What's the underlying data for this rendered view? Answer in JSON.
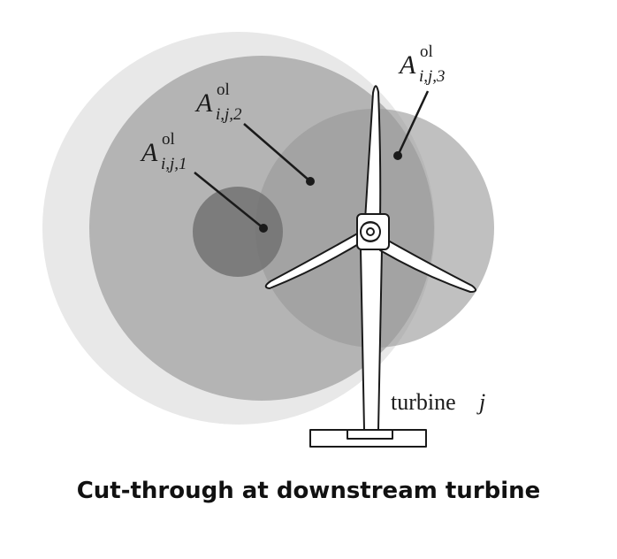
{
  "diagram": {
    "labels": {
      "a1": {
        "base": "A",
        "sup": "ol",
        "sub": "i,j,1"
      },
      "a2": {
        "base": "A",
        "sup": "ol",
        "sub": "i,j,2"
      },
      "a3": {
        "base": "A",
        "sup": "ol",
        "sub": "i,j,3"
      }
    },
    "turbine_label": {
      "word": "turbine",
      "var": "j"
    }
  },
  "caption": "Cut-through at downstream turbine",
  "colors": {
    "outer_wake": "#e8e8e8",
    "middle_wake": "#b4b4b4",
    "inner_wake": "#7e7e7e",
    "rotor_disc": "#a6a6a6",
    "line": "#1a1a1a"
  }
}
